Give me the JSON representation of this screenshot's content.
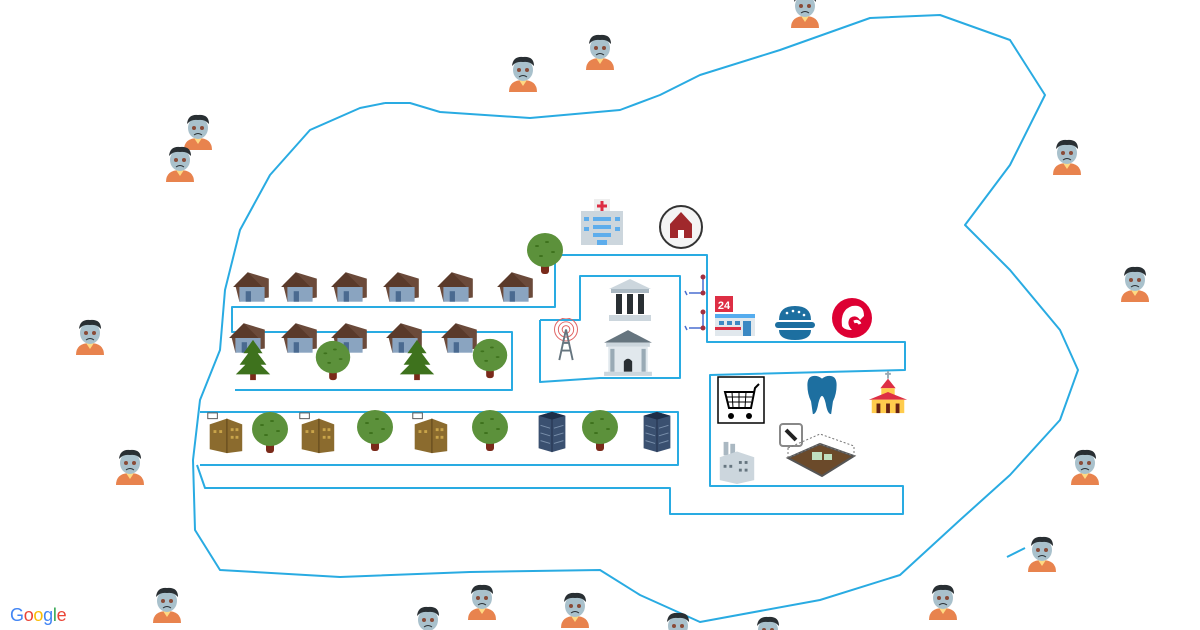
{
  "map": {
    "logo": {
      "text": "Google",
      "letters": [
        "G",
        "o",
        "o",
        "g",
        "l",
        "e"
      ],
      "letter_colors": [
        "#4285F4",
        "#EA4335",
        "#FBBC05",
        "#4285F4",
        "#34A853",
        "#EA4335"
      ]
    },
    "street_color": "#29ABE2",
    "marker_types": [
      "zombie-icon",
      "house-icon",
      "tree-icon",
      "pine-tree-icon",
      "hotel-icon",
      "skyscraper-icon",
      "hospital-icon",
      "school-icon",
      "bank-icon",
      "government-building-icon",
      "radio-tower-icon",
      "scooter-icon",
      "convenience-store-icon",
      "burger-icon",
      "chicken-restaurant-icon",
      "shopping-cart-icon",
      "tooth-icon",
      "church-icon",
      "factory-icon",
      "stadium-icon"
    ],
    "store_badge": "24"
  }
}
